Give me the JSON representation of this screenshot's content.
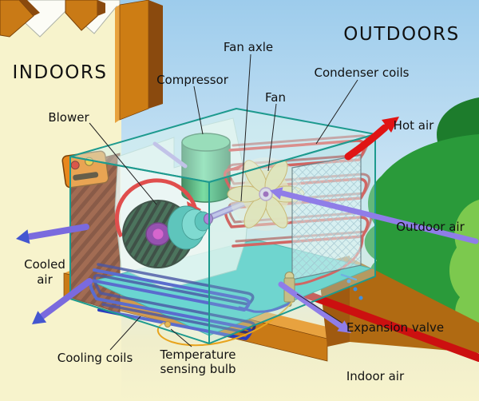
{
  "diagram": {
    "type": "cutaway-diagram",
    "subject": "Window air conditioning unit, indoor/outdoor airflow",
    "regions": {
      "indoors": "INDOORS",
      "outdoors": "OUTDOORS"
    },
    "labels": {
      "blower": "Blower",
      "compressor": "Compressor",
      "fan_axle": "Fan axle",
      "fan": "Fan",
      "condenser_coils": "Condenser coils",
      "hot_air": "Hot air",
      "outdoor_air": "Outdoor air",
      "cooled_air_line1": "Cooled",
      "cooled_air_line2": "air",
      "cooling_coils": "Cooling coils",
      "temperature_sensing_bulb_line1": "Temperature",
      "temperature_sensing_bulb_line2": "sensing bulb",
      "expansion_valve": "Expansion valve",
      "indoor_air": "Indoor air"
    },
    "colors": {
      "sky_blue": "#9dccec",
      "indoor_cream": "#f7f3cc",
      "wall_wood": "#c97a16",
      "wall_wood_dark": "#8a4a0e",
      "unit_teal_outline": "#1d9a8e",
      "base_pan_cyan": "#3fc8c4",
      "compressor_green": "#2fae5e",
      "hot_red": "#dd1515",
      "coil_blue": "#2a3cc0",
      "air_violet": "#8f7de8",
      "cooled_arrow_violet": "#7a6ade",
      "vegetation_green": "#2a9a3a",
      "indoor_air_text": "#8b0000"
    }
  }
}
